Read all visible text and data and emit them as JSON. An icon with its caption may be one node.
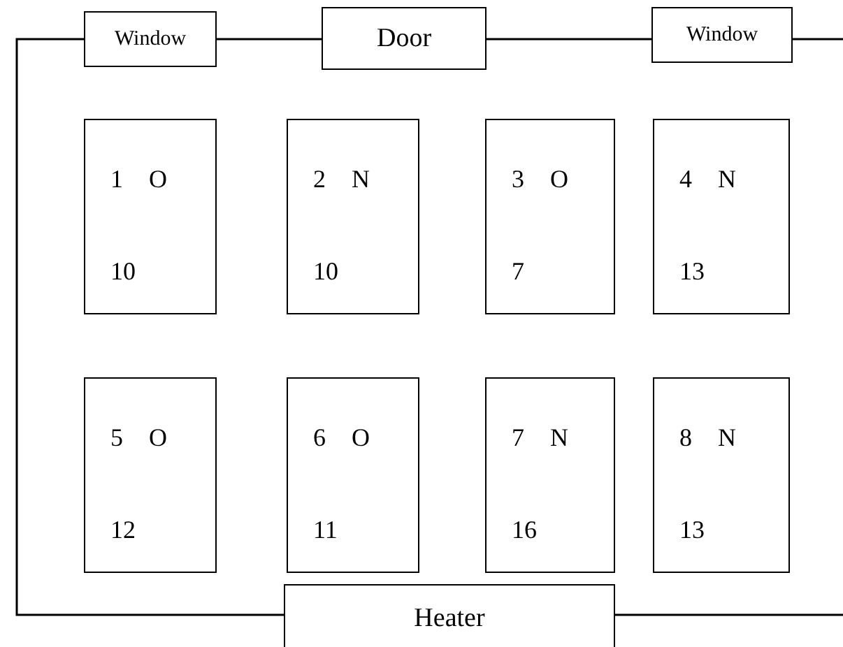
{
  "diagram": {
    "nodes": [
      {
        "text": [
          "Window"
        ]
      },
      {
        "text": [
          "Door"
        ]
      },
      {
        "text": [
          "Window"
        ]
      },
      {
        "text": [
          "1 O",
          "10"
        ]
      },
      {
        "text": [
          "2 N",
          "10"
        ]
      },
      {
        "text": [
          "3 O",
          "7"
        ]
      },
      {
        "text": [
          "4 N",
          "13"
        ]
      },
      {
        "text": [
          "5 O",
          "12"
        ]
      },
      {
        "text": [
          "6 O",
          "11"
        ]
      },
      {
        "text": [
          "7 N",
          "16"
        ]
      },
      {
        "text": [
          "8 N",
          "13"
        ]
      },
      {
        "text": [
          "Heater"
        ]
      }
    ],
    "edges": [
      {
        "from": 0,
        "to": 1,
        "arrow": "none"
      },
      {
        "from": 1,
        "to": 2,
        "arrow": "none"
      },
      {
        "from": 0,
        "to": 11,
        "arrow": "none"
      },
      {
        "from": 2,
        "to": null,
        "arrow": "none"
      },
      {
        "from": 11,
        "to": null,
        "arrow": "none"
      }
    ]
  }
}
